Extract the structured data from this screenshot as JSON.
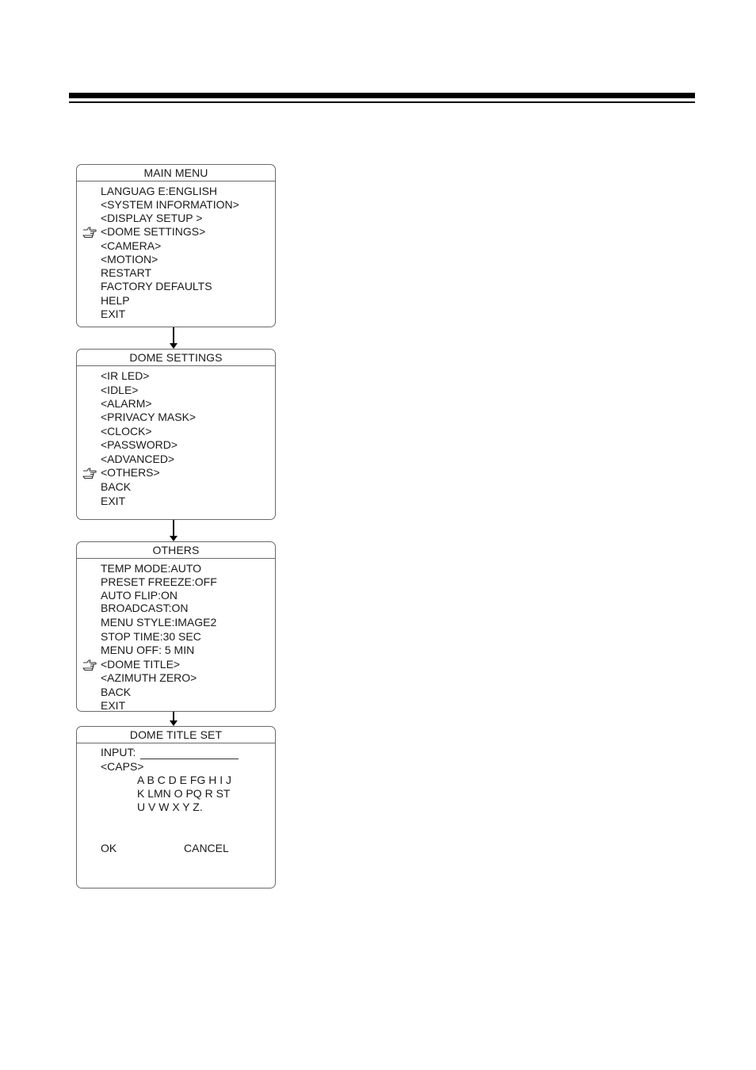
{
  "main_menu": {
    "title": "MAIN MENU",
    "items": [
      "LANGUAG E:ENGLISH",
      "<SYSTEM INFORMATION>",
      "<DISPLAY SETUP >",
      "<DOME SETTINGS>",
      "<CAMERA>",
      "<MOTION>",
      "RESTART",
      "FACTORY DEFAULTS",
      "HELP",
      "EXIT"
    ],
    "selected_index": 3
  },
  "dome_settings": {
    "title": "DOME SETTINGS",
    "items": [
      "<IR LED>",
      "<IDLE>",
      "<ALARM>",
      "<PRIVACY MASK>",
      "<CLOCK>",
      "<PASSWORD>",
      "<ADVANCED>",
      "<OTHERS>",
      "BACK",
      "EXIT"
    ],
    "selected_index": 7
  },
  "others": {
    "title": "OTHERS",
    "items": [
      "TEMP MODE:AUTO",
      "PRESET FREEZE:OFF",
      "AUTO FLIP:ON",
      "BROADCAST:ON",
      "MENU STYLE:IMAGE2",
      "STOP TIME:30 SEC",
      "MENU OFF: 5 MIN",
      "<DOME TITLE>",
      "<AZIMUTH ZERO>",
      "BACK",
      "EXIT"
    ],
    "selected_index": 7
  },
  "dome_title_set": {
    "title": "DOME TITLE SET",
    "input_label": "INPUT:",
    "caps_label": "<CAPS>",
    "alphabet_rows": [
      "A B C D E FG H I J",
      "K LMN O PQ R ST",
      "U V W X Y Z."
    ],
    "ok_label": "OK",
    "cancel_label": "CANCEL"
  },
  "icons": {
    "cursor": "pointing-hand-icon",
    "flow": "down-arrow-icon"
  }
}
